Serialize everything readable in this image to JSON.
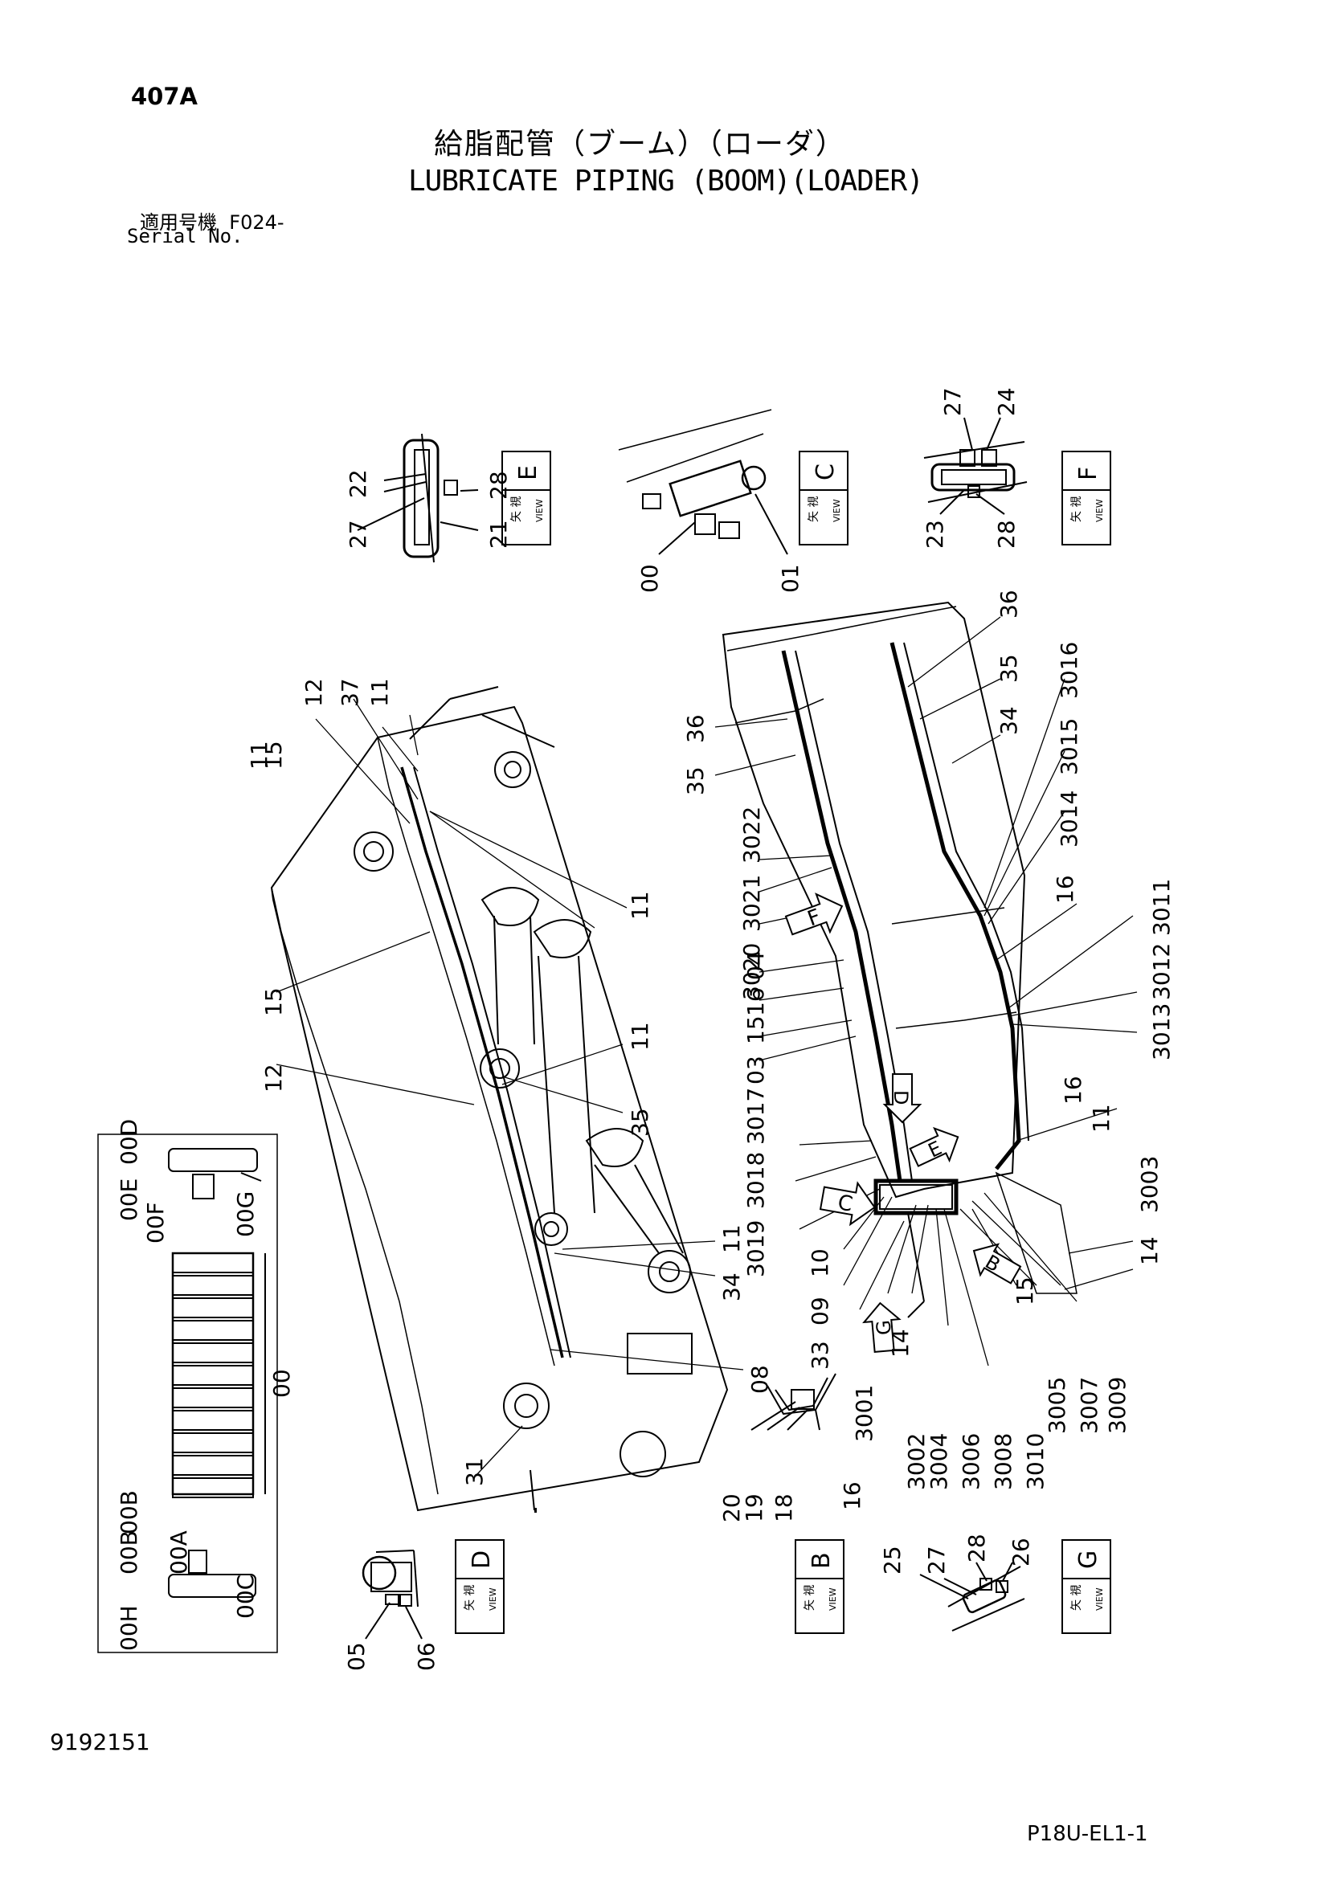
{
  "header": {
    "page_code": "407A",
    "title_jp": "給脂配管（ブーム）（ローダ）",
    "title_en": "LUBRICATE PIPING (BOOM)(LOADER)",
    "serial_label_jp": "適用号機",
    "serial_value": "F024-",
    "serial_label_en": "Serial No."
  },
  "footer": {
    "document_number": "9192151",
    "page_reference": "P18U-EL1-1"
  },
  "view_box_text": {
    "jp": "矢 視",
    "en": "VIEW"
  },
  "views": [
    {
      "letter": "E"
    },
    {
      "letter": "C"
    },
    {
      "letter": "F"
    },
    {
      "letter": "D"
    },
    {
      "letter": "B"
    },
    {
      "letter": "G"
    }
  ],
  "view_arrows": [
    "F",
    "D",
    "E",
    "C",
    "B",
    "G"
  ],
  "part_labels": {
    "view_e": [
      "22",
      "28",
      "27",
      "21"
    ],
    "view_c": [
      "00",
      "01"
    ],
    "view_f": [
      "27",
      "24",
      "23",
      "28"
    ],
    "view_d": [
      "05",
      "06"
    ],
    "view_b": [
      "20",
      "19",
      "18",
      "16"
    ],
    "view_g": [
      "25",
      "27",
      "28",
      "26"
    ],
    "boom_left": [
      "12",
      "37",
      "11",
      "11",
      "15",
      "11",
      "15",
      "12",
      "11",
      "35",
      "11",
      "34",
      "08",
      "31"
    ],
    "boom_right": [
      "36",
      "35",
      "34",
      "36",
      "35",
      "3016",
      "3015",
      "3014",
      "3022",
      "3021",
      "3020",
      "16",
      "3011",
      "3012",
      "3013",
      "04",
      "16",
      "15",
      "03",
      "3017",
      "16",
      "3018",
      "11",
      "3019",
      "10",
      "3003",
      "09",
      "14",
      "33",
      "15",
      "3001",
      "14",
      "3002",
      "3004",
      "3006",
      "3008",
      "3010",
      "3005",
      "3007",
      "3009"
    ],
    "distributor": [
      "00E",
      "00D",
      "00F",
      "00G",
      "00",
      "00B",
      "00B",
      "00A",
      "00H",
      "00C"
    ]
  }
}
